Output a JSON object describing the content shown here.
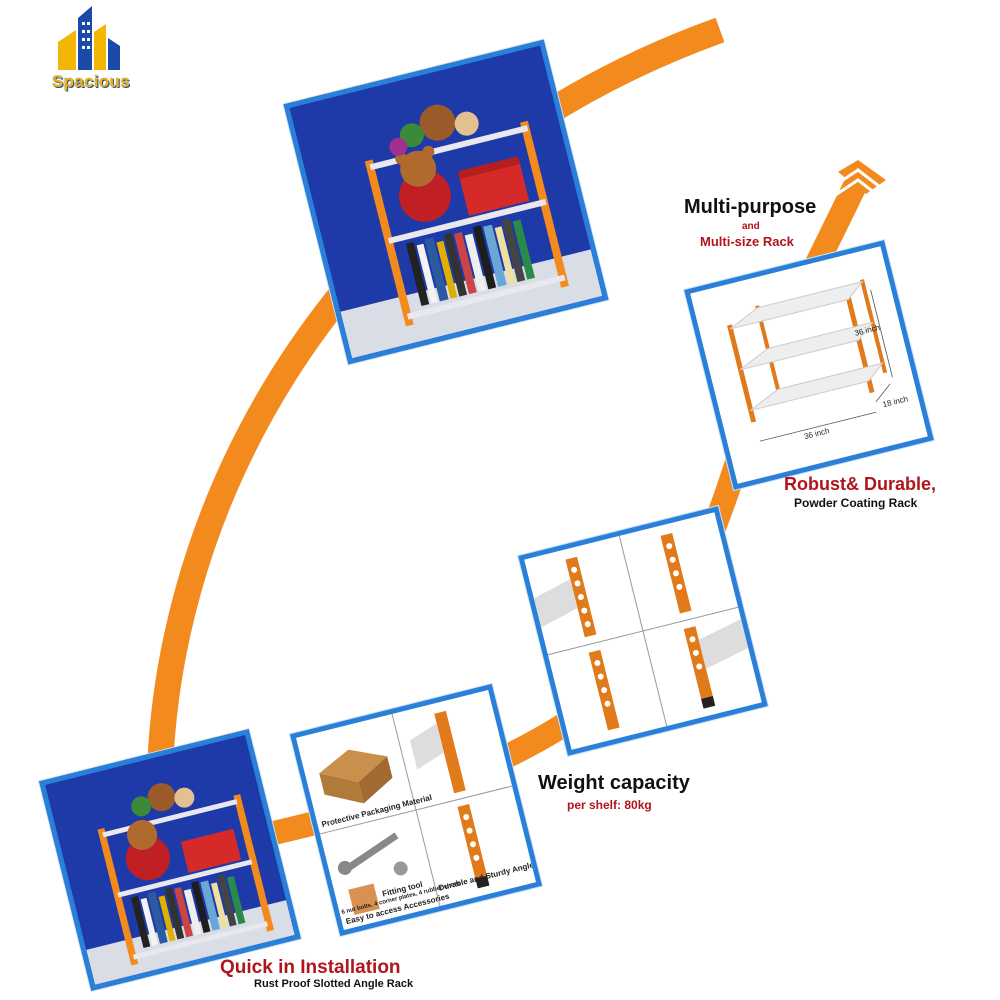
{
  "brand": {
    "name": "Spacious"
  },
  "colors": {
    "accent": "#f28a1e",
    "frame": "#2a7fd8",
    "red": "#b0141c",
    "room": "#1e3aa8"
  },
  "features": {
    "multipurpose": {
      "title": "Multi-purpose",
      "joiner": "and",
      "subtitle": "Multi-size Rack"
    },
    "dimensions": {
      "height": "36 inch",
      "width": "36 inch",
      "depth": "18 inch"
    },
    "robust": {
      "title": "Robust& Durable,",
      "subtitle": "Powder Coating Rack"
    },
    "weight": {
      "title": "Weight capacity",
      "subtitle": "per shelf: 80kg"
    },
    "installation": {
      "title": "Quick in Installation",
      "subtitle": "Rust Proof Slotted Angle Rack"
    }
  },
  "parts": {
    "packaging": "Protective Packaging Material",
    "tool": "Fitting tool",
    "accessories_note": "6 nut bolts, 4 corner plates, 4 rubber shoes",
    "accessories": "Easy to access Accessories",
    "angle": "Durable and Sturdy Angle"
  }
}
